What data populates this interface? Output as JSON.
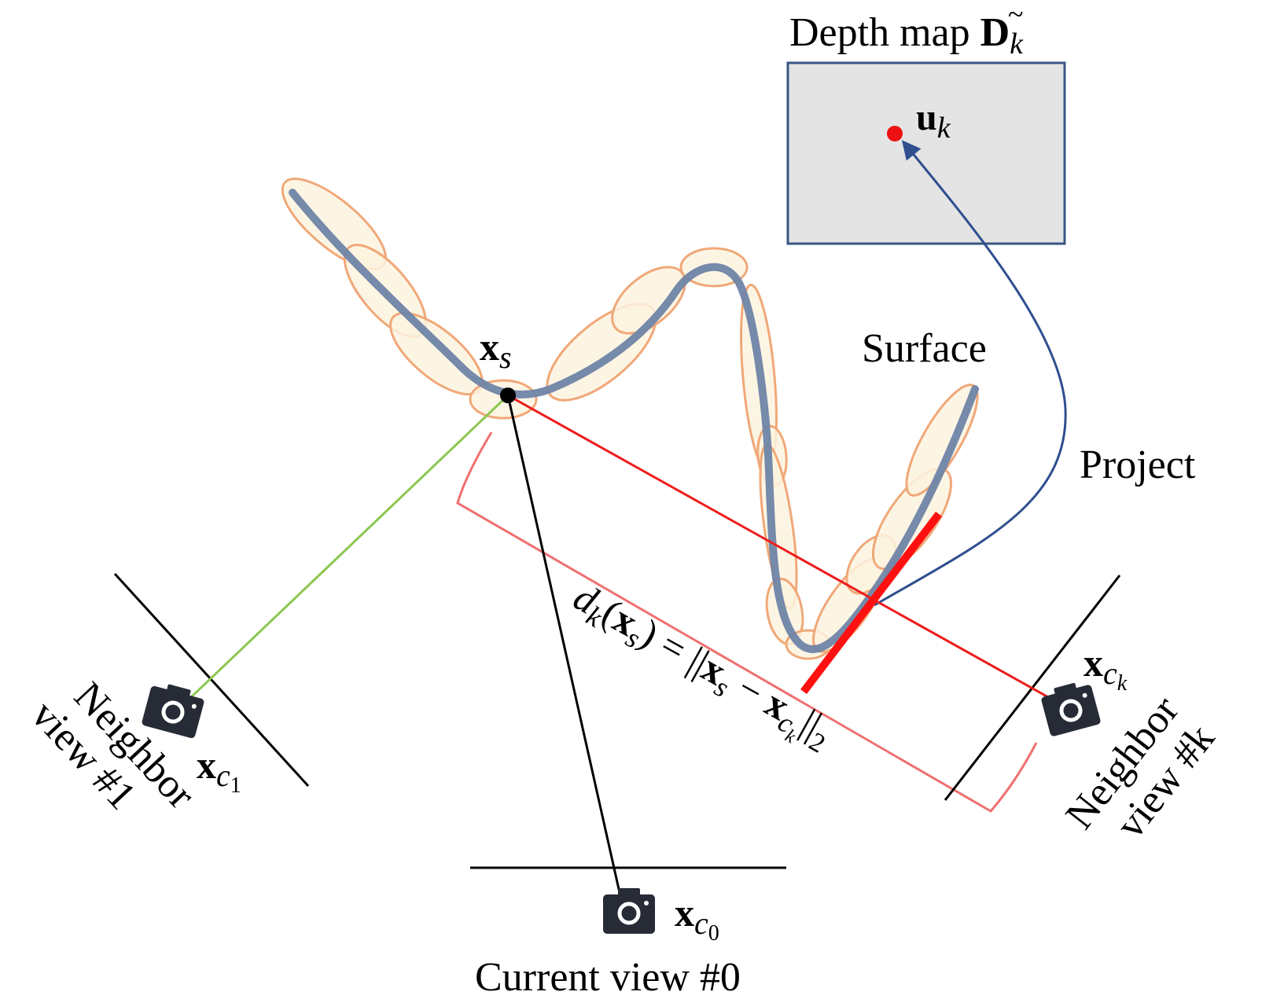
{
  "labels": {
    "depth_map_text": "Depth map ",
    "depth_map_symbol": "D",
    "depth_map_sub": "k",
    "uk_main": "u",
    "uk_sub": "k",
    "xs_main": "x",
    "xs_sub": "s",
    "surface": "Surface",
    "project": "Project",
    "xc1_main": "x",
    "xc1_sub": "c",
    "xc1_subsub": "1",
    "xc0_main": "x",
    "xc0_sub": "c",
    "xc0_subsub": "0",
    "xck_main": "x",
    "xck_sub": "c",
    "xck_subsub": "k",
    "neighbor1_line1": "Neighbor",
    "neighbor1_line2": "view #1",
    "neighbork_line1": "Neighbor",
    "neighbork_line2": "view #k",
    "current_view": "Current view #0",
    "distance": {
      "d": "d",
      "d_sub": "k",
      "open": "(",
      "x1": "x",
      "x1_sub": "s",
      "mid": ") = ||",
      "x2": "x",
      "x2_sub": "s",
      "minus": " − ",
      "x3": "x",
      "x3_sub": "c",
      "x3_subsub": "k",
      "close": "||",
      "norm_sub": "2"
    }
  },
  "icons": [
    "camera-icon",
    "camera-icon",
    "camera-icon"
  ],
  "colors": {
    "surface_curve": "#6f84a6",
    "ellipse_fill": "#fdf3df",
    "ellipse_stroke": "#f0a878",
    "depth_map_fill": "#e4e4e4",
    "depth_map_border": "#3a5586",
    "projection_arrow": "#2f4f8f",
    "ray_neighbor1": "#8cc751",
    "ray_current": "#000000",
    "ray_neighbork": "#ee1c1c",
    "tangent_plane": "#ff1010",
    "distance_bracket": "#f07070",
    "point_uk": "#ee1111",
    "point_xs": "#000000",
    "camera": "#262b36"
  }
}
